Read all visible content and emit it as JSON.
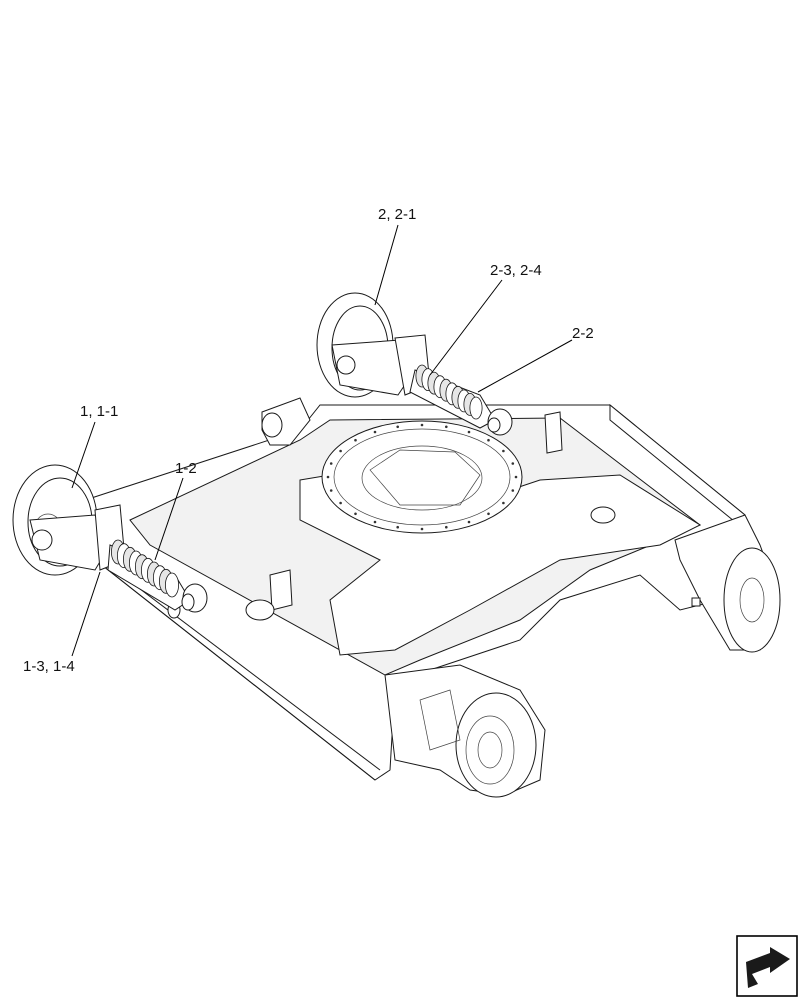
{
  "callouts": {
    "idler_left": "1, 1-1",
    "cylinder_left": "1-2",
    "tensioner_left": "1-3, 1-4",
    "idler_right": "2, 2-1",
    "tensioner_right": "2-3, 2-4",
    "cylinder_right": "2-2"
  },
  "nav_icon": "next-page-arrow-icon"
}
